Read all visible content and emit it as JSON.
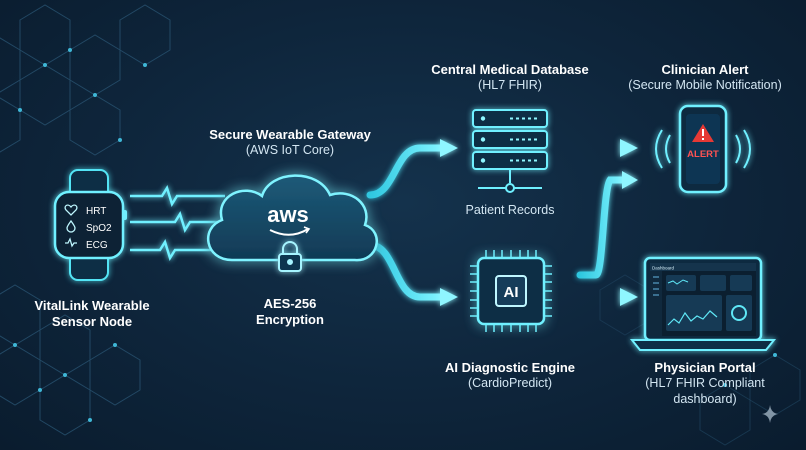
{
  "wearable": {
    "title_line1": "VitalLink Wearable",
    "title_line2": "Sensor Node",
    "readings": [
      "HRT",
      "SpO2",
      "ECG"
    ]
  },
  "gateway": {
    "title": "Secure Wearable Gateway",
    "subtitle": "(AWS IoT Core)",
    "cloud_text": "aws",
    "encryption_line1": "AES-256",
    "encryption_line2": "Encryption"
  },
  "database": {
    "title": "Central Medical Database",
    "subtitle": "(HL7 FHIR)",
    "caption": "Patient Records"
  },
  "alert": {
    "title": "Clinician Alert",
    "subtitle": "(Secure Mobile Notification)",
    "screen_text": "ALERT"
  },
  "engine": {
    "title": "AI Diagnostic Engine",
    "subtitle": "(CardioPredict)",
    "chip_text": "AI"
  },
  "portal": {
    "title": "Physician Portal",
    "subtitle_line1": "(HL7 FHIR Compliant",
    "subtitle_line2": "dashboard)",
    "screen_title": "Dashboard"
  },
  "colors": {
    "accent": "#3fe0f0",
    "background": "#0d2236",
    "alert_red": "#e53935"
  }
}
